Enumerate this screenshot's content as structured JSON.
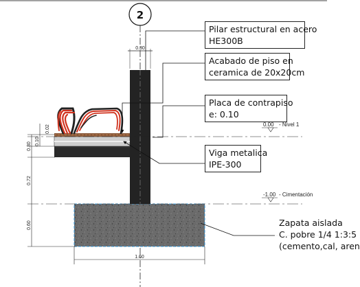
{
  "grid_marker": "2",
  "callouts": {
    "pilar": {
      "line1": "Pilar estructural en acero",
      "line2": "HE300B"
    },
    "acabado": {
      "line1": "Acabado de piso en",
      "line2": "ceramica de 20x20cm"
    },
    "placa": {
      "line1": "Placa de contrapiso",
      "line2": "e: 0.10"
    },
    "viga": {
      "line1": "Viga metalica",
      "line2": "IPE-300"
    },
    "zapata": {
      "line1": "Zapata aislada",
      "line2": "C. pobre 1/4 1:3:5",
      "line3": "(cemento,cal, arena)"
    }
  },
  "levels": {
    "nivel": {
      "value": "0.00",
      "label": "- Nivel 1"
    },
    "cimentacion": {
      "value": "-1.00",
      "label": "- Cimentación"
    }
  },
  "dimensions": {
    "column_width": "0.30",
    "floor_tile": "0.02",
    "slab": "0.10",
    "beam_depth": "0.30",
    "column_below": "0.72",
    "footing_depth": "0.60",
    "footing_width": "1.60"
  },
  "colors": {
    "steel": "#232323",
    "concrete": "#6a6a6a",
    "tile": "#8b5a3a",
    "rebar": "#d0321e",
    "slab": "#cfcfcf",
    "footing_edge": "#3a9ad8"
  }
}
